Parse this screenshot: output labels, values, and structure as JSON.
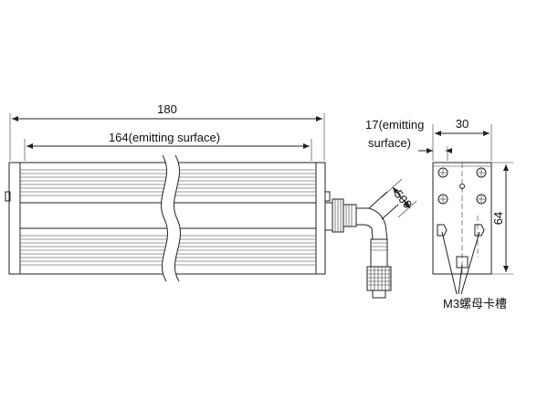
{
  "diagram": {
    "labels": {
      "overall_length": "180",
      "emitting_length": "164(emitting surface)",
      "cable_length": "500",
      "side_emitting_line1": "17(emitting",
      "side_emitting_line2": "surface)",
      "side_width": "30",
      "side_height": "64",
      "slot_note": "M3螺母卡槽"
    }
  }
}
